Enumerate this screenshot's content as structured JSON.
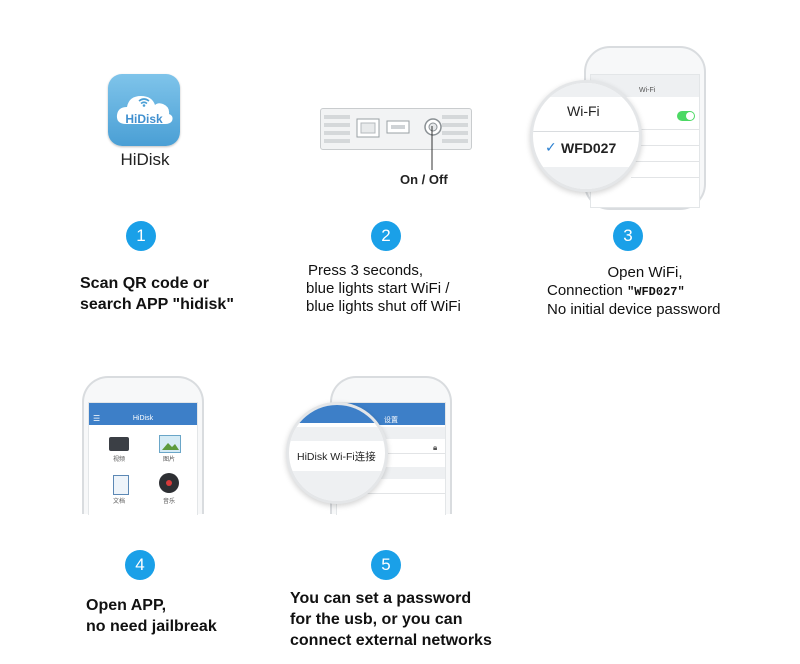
{
  "steps": [
    {
      "number": "1",
      "caption_lines": [
        "Scan QR code or",
        "search APP \"hidisk\""
      ]
    },
    {
      "number": "2",
      "caption_lines": [
        "Press 3 seconds,",
        "blue lights start WiFi /",
        "blue lights shut off WiFi"
      ]
    },
    {
      "number": "3",
      "caption_lines": [
        "Open WiFi,",
        "Connection",
        "No initial device password"
      ],
      "network": "\"WFD027\""
    },
    {
      "number": "4",
      "caption_lines": [
        "Open APP,",
        "no need jailbreak"
      ]
    },
    {
      "number": "5",
      "caption_lines": [
        "You can set a password",
        "for the usb, or you can",
        "connect external networks"
      ]
    }
  ],
  "app": {
    "icon_text": "HiDisk",
    "label": "HiDisk"
  },
  "device": {
    "button_label": "On / Off"
  },
  "wifi_screen": {
    "title": "Wi-Fi",
    "network": "WFD027",
    "checkmark": "✓",
    "status_title": "Wi-Fi"
  },
  "app_screen": {
    "title": "HiDisk",
    "items": [
      "视频",
      "图片",
      "文档",
      "音乐"
    ]
  },
  "settings_screen": {
    "title": "设置",
    "connect_label": "HiDisk Wi-Fi连接"
  },
  "colors": {
    "step_blue": "#1aa0e8",
    "app_blue": "#4a9fd5",
    "toggle_green": "#4cd964",
    "bar_blue": "#3d7fc8"
  }
}
